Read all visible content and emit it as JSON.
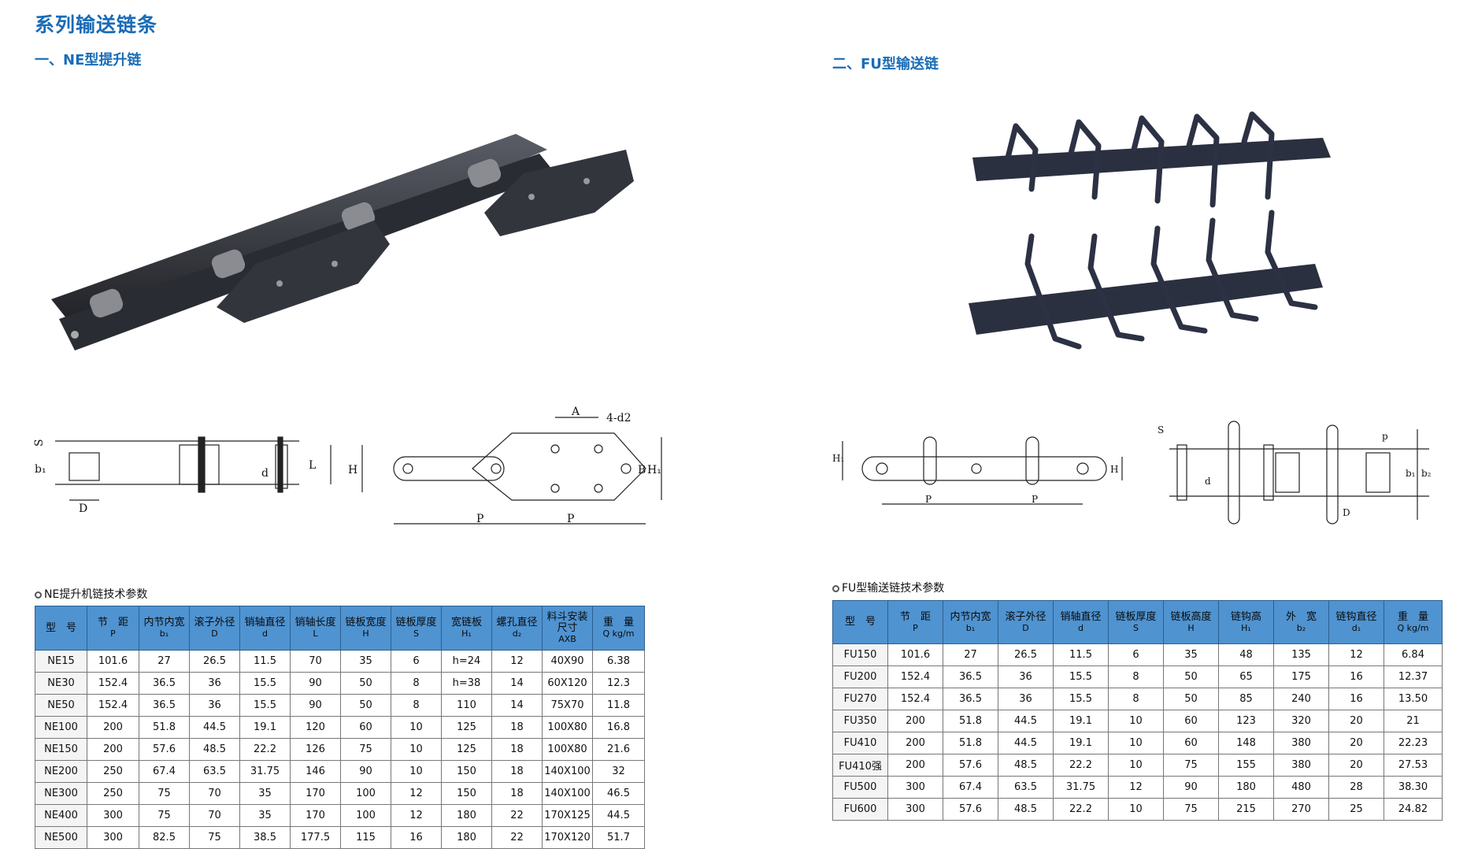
{
  "main_title": "系列输送链条",
  "section1": {
    "title": "一、NE型提升链",
    "table_caption": "NE提升机链技术参数",
    "diagram_labels": {
      "s": "S",
      "b1": "b₁",
      "D": "D",
      "d": "d",
      "L": "L",
      "H": "H",
      "B": "B",
      "H1": "H₁",
      "A": "A",
      "holes": "4-d2",
      "P1": "P",
      "P2": "P"
    },
    "headers": [
      {
        "main": "型　号",
        "sub": ""
      },
      {
        "main": "节　距",
        "sub": "P"
      },
      {
        "main": "内节内宽",
        "sub": "b₁"
      },
      {
        "main": "滚子外径",
        "sub": "D"
      },
      {
        "main": "销轴直径",
        "sub": "d"
      },
      {
        "main": "销轴长度",
        "sub": "L"
      },
      {
        "main": "链板宽度",
        "sub": "H"
      },
      {
        "main": "链板厚度",
        "sub": "S"
      },
      {
        "main": "宽链板",
        "sub": "H₁"
      },
      {
        "main": "螺孔直径",
        "sub": "d₂"
      },
      {
        "main": "料斗安装尺寸",
        "sub": "AXB"
      },
      {
        "main": "重　量",
        "sub": "Q kg/m"
      }
    ],
    "rows": [
      [
        "NE15",
        "101.6",
        "27",
        "26.5",
        "11.5",
        "70",
        "35",
        "6",
        "h=24",
        "12",
        "40X90",
        "6.38"
      ],
      [
        "NE30",
        "152.4",
        "36.5",
        "36",
        "15.5",
        "90",
        "50",
        "8",
        "h=38",
        "14",
        "60X120",
        "12.3"
      ],
      [
        "NE50",
        "152.4",
        "36.5",
        "36",
        "15.5",
        "90",
        "50",
        "8",
        "110",
        "14",
        "75X70",
        "11.8"
      ],
      [
        "NE100",
        "200",
        "51.8",
        "44.5",
        "19.1",
        "120",
        "60",
        "10",
        "125",
        "18",
        "100X80",
        "16.8"
      ],
      [
        "NE150",
        "200",
        "57.6",
        "48.5",
        "22.2",
        "126",
        "75",
        "10",
        "125",
        "18",
        "100X80",
        "21.6"
      ],
      [
        "NE200",
        "250",
        "67.4",
        "63.5",
        "31.75",
        "146",
        "90",
        "10",
        "150",
        "18",
        "140X100",
        "32"
      ],
      [
        "NE300",
        "250",
        "75",
        "70",
        "35",
        "170",
        "100",
        "12",
        "150",
        "18",
        "140X100",
        "46.5"
      ],
      [
        "NE400",
        "300",
        "75",
        "70",
        "35",
        "170",
        "100",
        "12",
        "180",
        "22",
        "170X125",
        "44.5"
      ],
      [
        "NE500",
        "300",
        "82.5",
        "75",
        "38.5",
        "177.5",
        "115",
        "16",
        "180",
        "22",
        "170X120",
        "51.7"
      ]
    ]
  },
  "section2": {
    "title": "二、FU型输送链",
    "table_caption": "FU型输送链技术参数",
    "diagram_labels": {
      "H1": "H₁",
      "H": "H",
      "P1": "P",
      "P2": "P",
      "S": "S",
      "b1": "b₁",
      "b2": "b₂",
      "d": "d",
      "D": "D",
      "p": "p"
    },
    "headers": [
      {
        "main": "型　号",
        "sub": ""
      },
      {
        "main": "节　距",
        "sub": "P"
      },
      {
        "main": "内节内宽",
        "sub": "b₁"
      },
      {
        "main": "滚子外径",
        "sub": "D"
      },
      {
        "main": "销轴直径",
        "sub": "d"
      },
      {
        "main": "链板厚度",
        "sub": "S"
      },
      {
        "main": "链板高度",
        "sub": "H"
      },
      {
        "main": "链钩高",
        "sub": "H₁"
      },
      {
        "main": "外　宽",
        "sub": "b₂"
      },
      {
        "main": "链钩直径",
        "sub": "d₁"
      },
      {
        "main": "重　量",
        "sub": "Q kg/m"
      }
    ],
    "rows": [
      [
        "FU150",
        "101.6",
        "27",
        "26.5",
        "11.5",
        "6",
        "35",
        "48",
        "135",
        "12",
        "6.84"
      ],
      [
        "FU200",
        "152.4",
        "36.5",
        "36",
        "15.5",
        "8",
        "50",
        "65",
        "175",
        "16",
        "12.37"
      ],
      [
        "FU270",
        "152.4",
        "36.5",
        "36",
        "15.5",
        "8",
        "50",
        "85",
        "240",
        "16",
        "13.50"
      ],
      [
        "FU350",
        "200",
        "51.8",
        "44.5",
        "19.1",
        "10",
        "60",
        "123",
        "320",
        "20",
        "21"
      ],
      [
        "FU410",
        "200",
        "51.8",
        "44.5",
        "19.1",
        "10",
        "60",
        "148",
        "380",
        "20",
        "22.23"
      ],
      [
        "FU410强",
        "200",
        "57.6",
        "48.5",
        "22.2",
        "10",
        "75",
        "155",
        "380",
        "20",
        "27.53"
      ],
      [
        "FU500",
        "300",
        "67.4",
        "63.5",
        "31.75",
        "12",
        "90",
        "180",
        "480",
        "28",
        "38.30"
      ],
      [
        "FU600",
        "300",
        "57.6",
        "48.5",
        "22.2",
        "10",
        "75",
        "215",
        "270",
        "25",
        "24.82"
      ]
    ]
  }
}
